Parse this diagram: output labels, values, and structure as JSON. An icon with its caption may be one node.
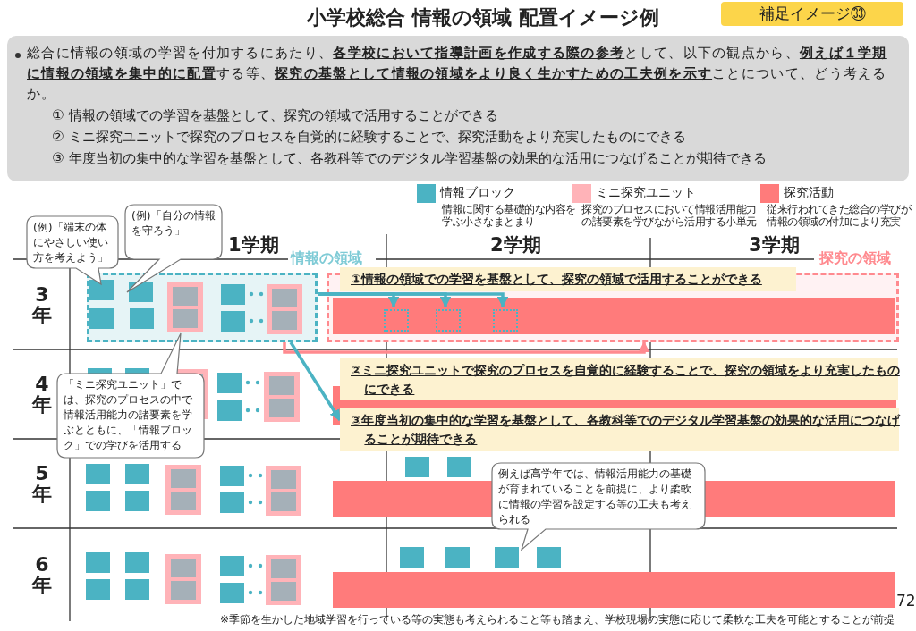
{
  "diagram": {
    "title": "小学校総合 情報の領域 配置イメージ例",
    "nodes": [
      {
        "text": [
          "補足イメージ㉝"
        ]
      },
      {
        "text": [
          "総合に情報の領域の学習を付加するにあたり、**各学校において指導計画を作成する際の参考**として、以下の観点から、**例えば１学期に情報の領域を集中的に配置**する等、**探究の基盤として情報の領域をより良く生かすための工夫例を示す**ことについて、どう考えるか。",
          "① 情報の領域での学習を基盤として、探究の領域で活用することができる",
          "② ミニ探究ユニットで探究のプロセスを自覚的に経験することで、探究活動をより充実したものにできる",
          "③ 年度当初の集中的な学習を基盤として、各教科等でのデジタル学習基盤の効果的な活用につなげることが期待できる"
        ]
      },
      {
        "text": [
          "情報の領域"
        ]
      },
      {
        "text": [
          "探究の領域"
        ]
      },
      {
        "text": [
          "①情報の領域での学習を基盤として、探究の領域で活用することができる"
        ]
      },
      {
        "text": [
          "②ミニ探究ユニットで探究のプロセスを自覚的に経験することで、探究の領域をより充実したものにできる"
        ]
      },
      {
        "text": [
          "③年度当初の集中的な学習を基盤として、各教科等でのデジタル学習基盤の効果的な活用につなげることが期待できる"
        ]
      },
      {
        "text": [],
        "shape": "box",
        "in": 3
      },
      {
        "text": [],
        "shape": "box",
        "in": 3
      },
      {
        "text": [],
        "shape": "box",
        "in": 3
      },
      {
        "text": [
          "(例)「端末の体にやさしい使い方を考えよう」"
        ]
      },
      {
        "text": [
          "(例)「自分の情報を守ろう」"
        ]
      },
      {
        "text": [
          "「ミニ探究ユニット」では、探究のプロセスの中で情報活用能力の諸要素を学ぶとともに、「情報ブロック」での学びを活用する"
        ]
      },
      {
        "text": [
          "例えば高学年では、情報活用能力の基礎が育まれていることを前提に、より柔軟に情報の学習を設定する等の工夫も考えられる"
        ]
      }
    ],
    "edges": [
      {
        "from": 2,
        "to": 7,
        "arrow": "to"
      },
      {
        "from": 2,
        "to": 8,
        "arrow": "to"
      },
      {
        "from": 2,
        "to": 9,
        "arrow": "to"
      },
      {
        "from": 2,
        "to": 3,
        "arrow": "to",
        "color": "#ff8a8f"
      },
      {
        "from": 2,
        "to": 6,
        "arrow": "to"
      }
    ],
    "labels": [
      "1学期",
      "2学期",
      "3学期",
      "3年",
      "4年",
      "5年",
      "6年",
      "情報に関する基礎的な内容を学ぶ小さなまとまり",
      "探究のプロセスにおいて情報活用能力の諸要素を学びながら活用する小単元",
      "従来行われてきた総合の学びが情報の領域の付加により充実",
      "72",
      "※季節を生かした地域学習を行っている等の実態も考えられること等も踏まえ、学校現場の実態に応じて柔軟な工夫を可能とすることが前提"
    ],
    "legend": [
      {
        "text": "情報ブロック",
        "color": "#4bb3c3"
      },
      {
        "text": "ミニ探究ユニット",
        "color": "#ffb3b8"
      },
      {
        "text": "探究活動",
        "color": "#ff7b7b"
      }
    ]
  }
}
